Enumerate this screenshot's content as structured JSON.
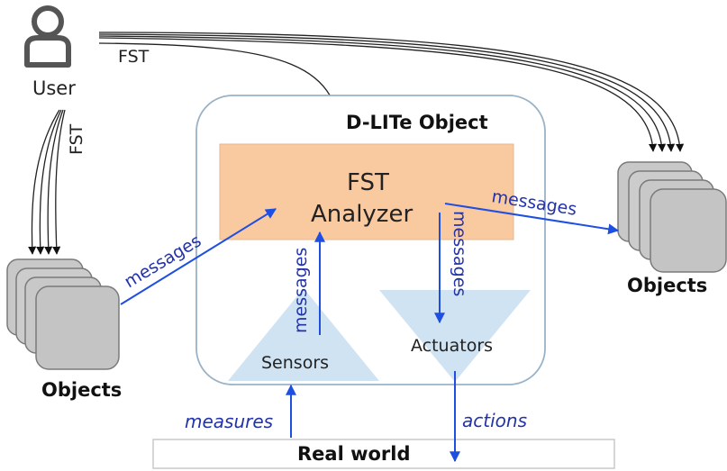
{
  "user": {
    "label": "User",
    "icon": "user-icon"
  },
  "fst_top": "FST",
  "fst_left": "FST",
  "dlite_title": "D-LITe Object",
  "analyzer": {
    "line1": "FST",
    "line2": "Analyzer"
  },
  "sensors_label": "Sensors",
  "actuators_label": "Actuators",
  "objects_left_label": "Objects",
  "objects_right_label": "Objects",
  "real_world_label": "Real world",
  "msg_left": "messages",
  "msg_right": "messages",
  "msg_sensors": "messages",
  "msg_actuators": "messages",
  "measures_label": "measures",
  "actions_label": "actions",
  "colors": {
    "analyzer_fill": "#f9c9a0",
    "triangle_fill": "#cfe3f3",
    "arrow_blue": "#1f4fe0",
    "object_fill": "#c8c8c8",
    "label_blue": "#2233aa"
  }
}
